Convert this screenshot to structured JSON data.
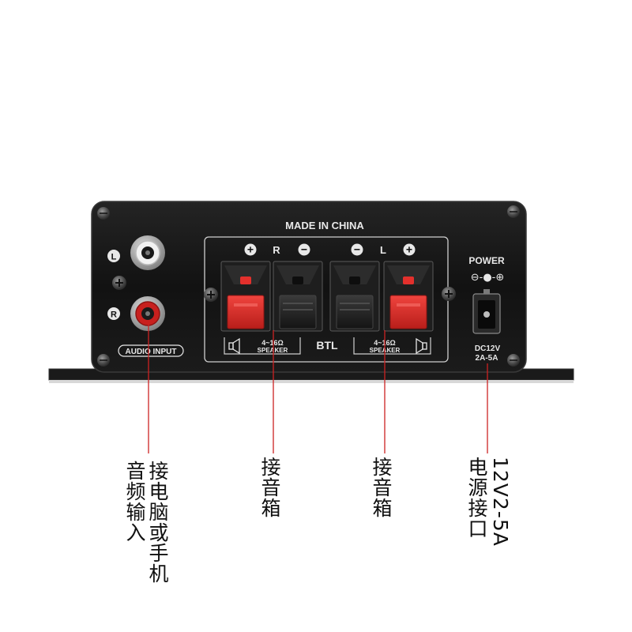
{
  "panel": {
    "made_in": "MADE IN CHINA",
    "audio_input_label": "AUDIO INPUT",
    "input_left_label": "L",
    "input_right_label": "R",
    "channel_right_label": "R",
    "channel_left_label": "L",
    "plus_sign": "+",
    "minus_sign": "−",
    "btl_label": "BTL",
    "speaker_impedance": "4~16Ω",
    "speaker_label": "SPEAKER",
    "power_label": "POWER",
    "power_polarity": "⊖-●-⊕",
    "dc_rating_line1": "DC12V",
    "dc_rating_line2": "2A-5A"
  },
  "annotations": {
    "audio_input_col1": "音频输入",
    "audio_input_col2": "接电脑或手机",
    "speaker_right": "接音箱",
    "speaker_left": "接音箱",
    "power_col1": "电源接口",
    "power_col2": "12V2-5A"
  },
  "colors": {
    "panel": "#141414",
    "panel_edge": "#2a2a2a",
    "print": "#e8e8e8",
    "terminal_red": "#e3302c",
    "terminal_black": "#1e1e1e",
    "leader_line": "#cc2222",
    "rca_red": "#c8201e",
    "rca_white": "#f2f2f2"
  }
}
